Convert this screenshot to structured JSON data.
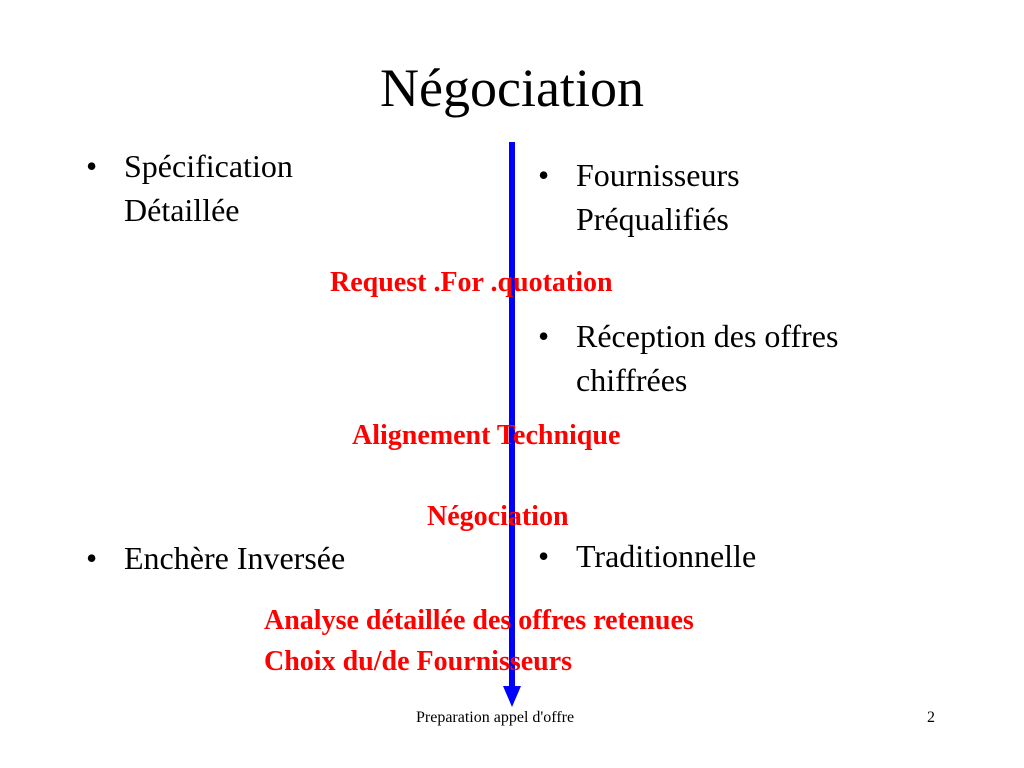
{
  "slide": {
    "title": "Négociation",
    "bullet_symbol": "•",
    "left_bullets": [
      {
        "lines": [
          "Spécification",
          "Détaillée"
        ]
      },
      {
        "lines": [
          "Enchère Inversée"
        ]
      }
    ],
    "right_bullets": [
      {
        "lines": [
          "Fournisseurs",
          "Préqualifiés"
        ]
      },
      {
        "lines": [
          "Réception des offres",
          "chiffrées"
        ]
      },
      {
        "lines": [
          "Traditionnelle"
        ]
      }
    ],
    "steps": [
      "Request .For .quotation",
      "Alignement Technique",
      "Négociation",
      "Analyse détaillée des offres retenues",
      "Choix du/de Fournisseurs"
    ],
    "colors": {
      "step_text": "#ff0000",
      "timeline_arrow": "#0000ff",
      "body_text": "#000000",
      "background": "#ffffff"
    }
  },
  "footer": {
    "label": "Preparation appel d'offre",
    "page_number": "2"
  }
}
